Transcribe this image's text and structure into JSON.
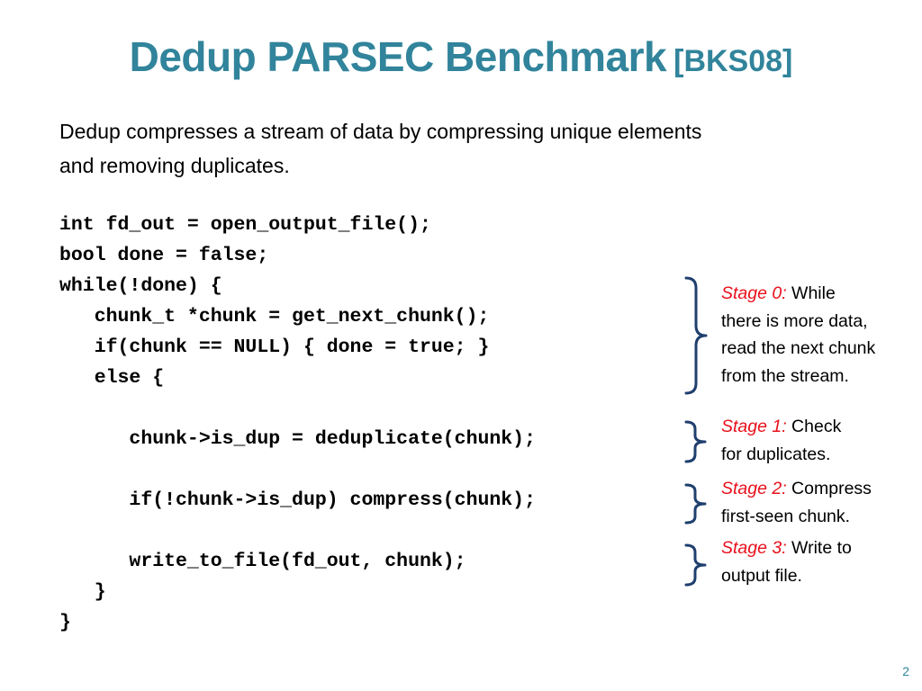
{
  "slide": {
    "title": "Dedup PARSEC Benchmark",
    "title_citation": "[BKS08]",
    "intro_line1": "Dedup compresses a stream of data by compressing unique elements",
    "intro_line2": "and removing duplicates.",
    "page_number": "2"
  },
  "code": {
    "lines": [
      "int fd_out = open_output_file();",
      "bool done = false;",
      "while(!done) {",
      "   chunk_t *chunk = get_next_chunk();",
      "   if(chunk == NULL) { done = true; }",
      "   else {",
      "      chunk->is_dup = deduplicate(chunk);",
      "      if(!chunk->is_dup) compress(chunk);",
      "      write_to_file(fd_out, chunk);",
      "   }",
      "}"
    ]
  },
  "stages": [
    {
      "label": "Stage 0:",
      "text_line1": " While",
      "text_line2": "there is more data,",
      "text_line3": "read the next chunk",
      "text_line4": "from the stream."
    },
    {
      "label": "Stage 1:",
      "text_line1": " Check",
      "text_line2": "for duplicates."
    },
    {
      "label": "Stage 2:",
      "text_line1": " Compress",
      "text_line2": "first-seen chunk."
    },
    {
      "label": "Stage 3:",
      "text_line1": " Write to",
      "text_line2": "output file."
    }
  ],
  "colors": {
    "title": "#31849b",
    "stage_label": "#e8101b",
    "brace": "#1f3f6e",
    "text": "#000000"
  }
}
